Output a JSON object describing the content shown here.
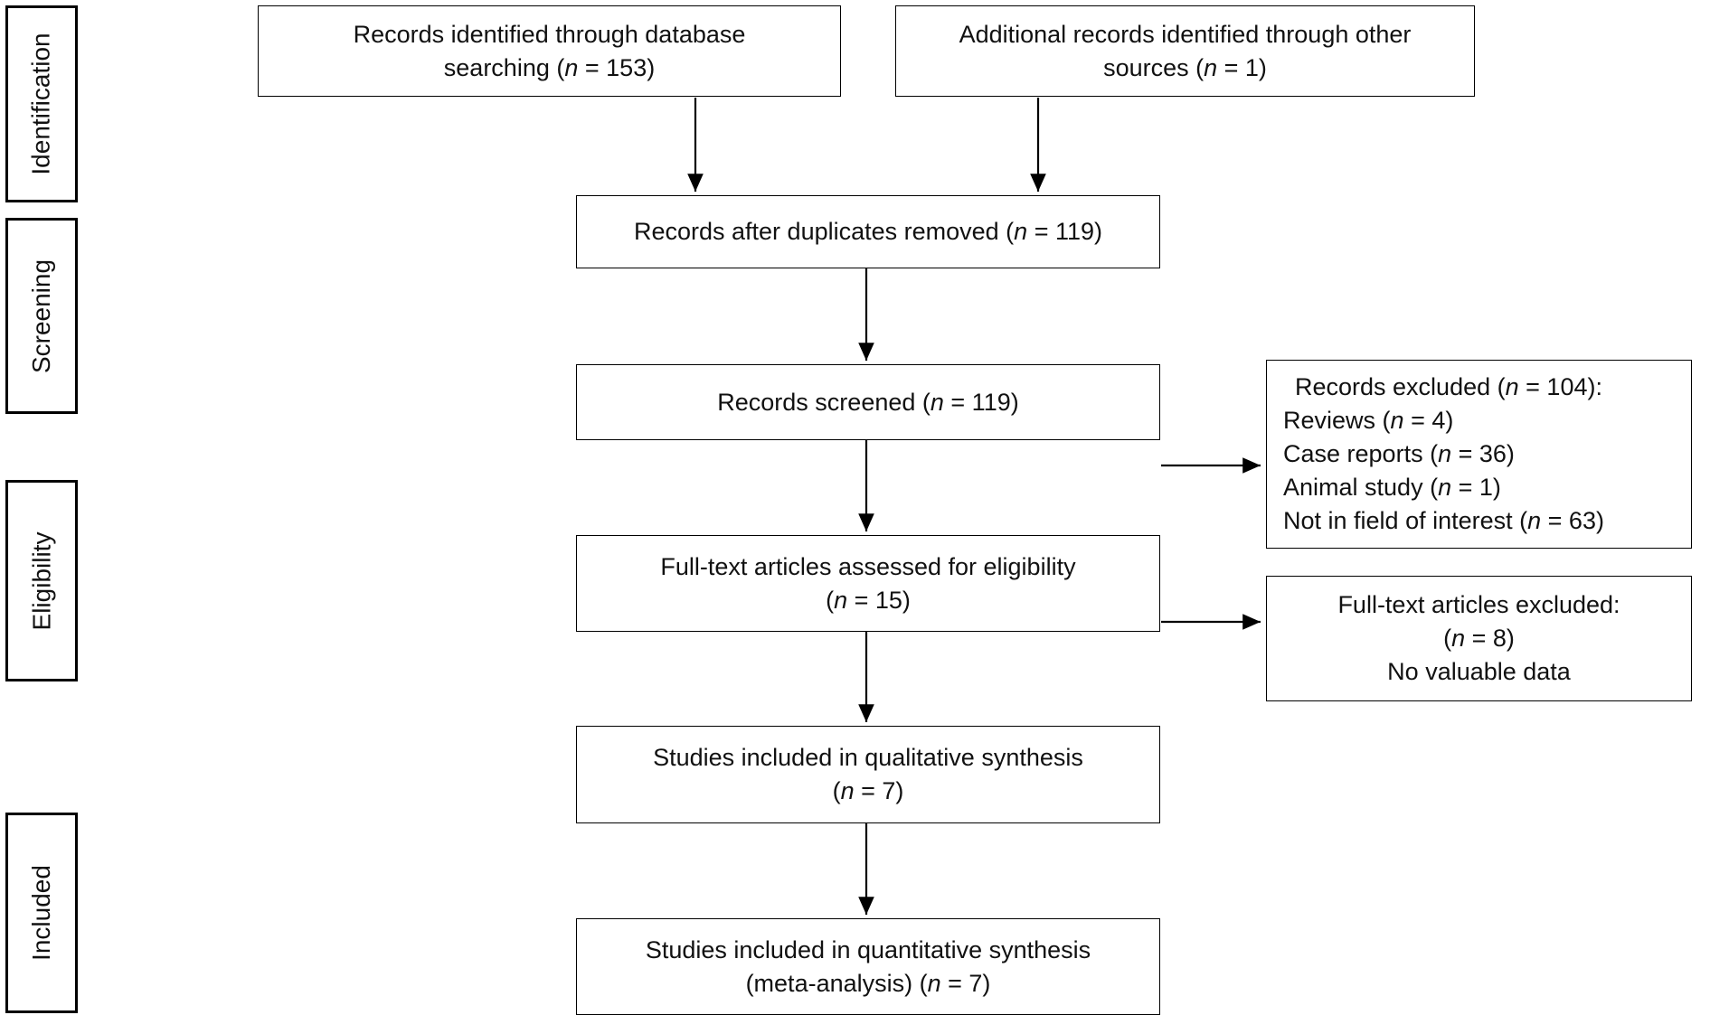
{
  "stages": [
    {
      "label": "Identification"
    },
    {
      "label": "Screening"
    },
    {
      "label": "Eligibility"
    },
    {
      "label": "Included"
    }
  ],
  "boxes": {
    "db_search": {
      "lines": [
        "Records identified through database",
        "searching (n = 153)"
      ]
    },
    "other_sources": {
      "lines": [
        "Additional records identified through other",
        "sources (n = 1)"
      ]
    },
    "after_duplicates": {
      "line": "Records after duplicates removed (n = 119)"
    },
    "screened": {
      "line": "Records screened (n = 119)"
    },
    "records_excluded": {
      "lines": [
        "Records excluded (n = 104):",
        "Reviews (n = 4)",
        "Case reports (n = 36)",
        "Animal study (n = 1)",
        "Not in field of interest (n = 63)"
      ]
    },
    "fulltext_assessed": {
      "lines": [
        "Full-text articles assessed for eligibility",
        "(n = 15)"
      ]
    },
    "fulltext_excluded": {
      "lines": [
        "Full-text articles excluded:",
        "(n = 8)",
        "No valuable data"
      ]
    },
    "qualitative": {
      "lines": [
        "Studies included in qualitative synthesis",
        "(n = 7)"
      ]
    },
    "quantitative": {
      "lines": [
        "Studies included in quantitative synthesis",
        "(meta-analysis) (n = 7)"
      ]
    }
  }
}
